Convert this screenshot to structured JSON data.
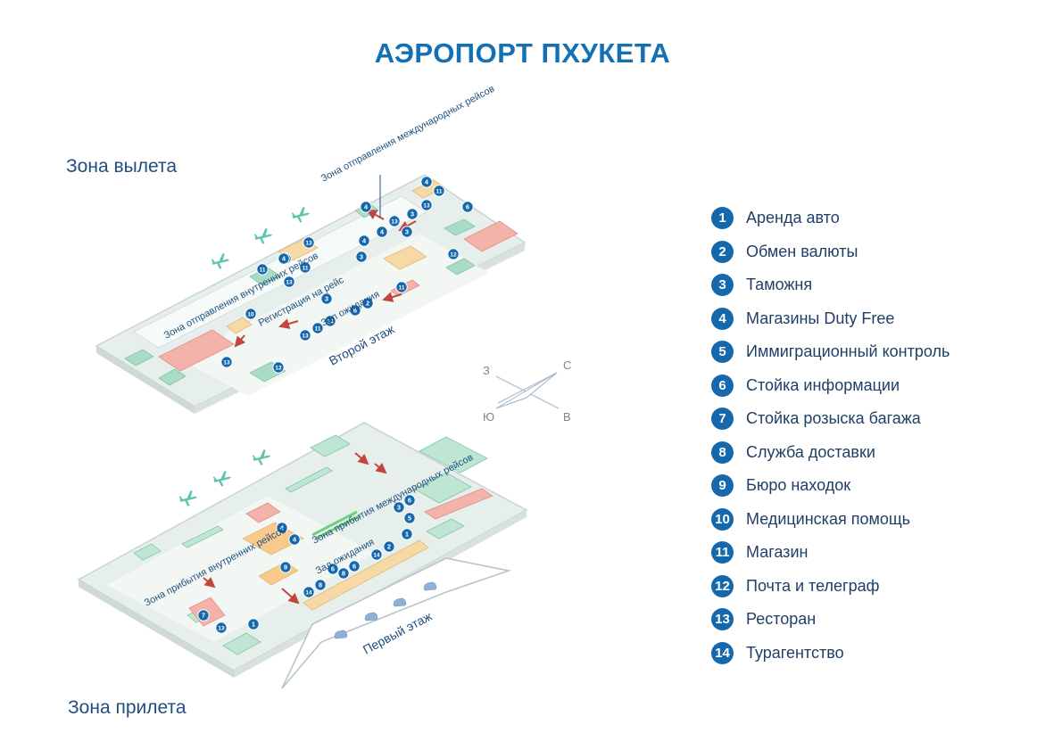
{
  "title": "АЭРОПОРТ ПХУКЕТА",
  "departure_zone": "Зона вылета",
  "arrival_zone": "Зона прилета",
  "second_floor": {
    "floor_label": "Второй этаж",
    "labels": {
      "intl_departure": "Зона отправления международных рейсов",
      "dom_departure": "Зона отправления внутренних рейсов",
      "checkin": "Регистрация на рейс",
      "waiting": "Зал ожидания"
    }
  },
  "first_floor": {
    "floor_label": "Первый этаж",
    "labels": {
      "intl_arrival": "Зона прибытия международных рейсов",
      "dom_arrival": "Зона прибытия внутренних рейсов",
      "waiting": "Зал ожидания"
    }
  },
  "compass": {
    "north": "С",
    "west": "З",
    "south": "Ю",
    "east": "В"
  },
  "legend": [
    {
      "num": "1",
      "label": "Аренда авто"
    },
    {
      "num": "2",
      "label": "Обмен валюты"
    },
    {
      "num": "3",
      "label": "Таможня"
    },
    {
      "num": "4",
      "label": "Магазины Duty Free"
    },
    {
      "num": "5",
      "label": "Иммиграционный контроль"
    },
    {
      "num": "6",
      "label": "Стойка информации"
    },
    {
      "num": "7",
      "label": "Стойка розыска багажа"
    },
    {
      "num": "8",
      "label": "Служба доставки"
    },
    {
      "num": "9",
      "label": "Бюро находок"
    },
    {
      "num": "10",
      "label": "Медицинская помощь"
    },
    {
      "num": "11",
      "label": "Магазин"
    },
    {
      "num": "12",
      "label": "Почта и телеграф"
    },
    {
      "num": "13",
      "label": "Ресторан"
    },
    {
      "num": "14",
      "label": "Турагентство"
    }
  ],
  "colors": {
    "accent": "#1470b5",
    "marker": "#1668ad",
    "floor": "#eef6f2",
    "wall": "#d4ddd9",
    "service": "#a9dcc4",
    "shop": "#f4c98a",
    "counter": "#f3a9a1",
    "arrow": "#c2463e"
  },
  "second_markers": [
    "4",
    "11",
    "13",
    "6",
    "4",
    "3",
    "13",
    "3",
    "4",
    "3",
    "4",
    "3",
    "12",
    "13",
    "4",
    "11",
    "11",
    "13",
    "3",
    "11",
    "10",
    "2",
    "6",
    "14",
    "11",
    "13",
    "13",
    "12"
  ],
  "first_markers": [
    "6",
    "3",
    "5",
    "14",
    "4",
    "1",
    "4",
    "2",
    "9",
    "6",
    "8",
    "14",
    "14",
    "6",
    "8",
    "7",
    "13",
    "1"
  ]
}
